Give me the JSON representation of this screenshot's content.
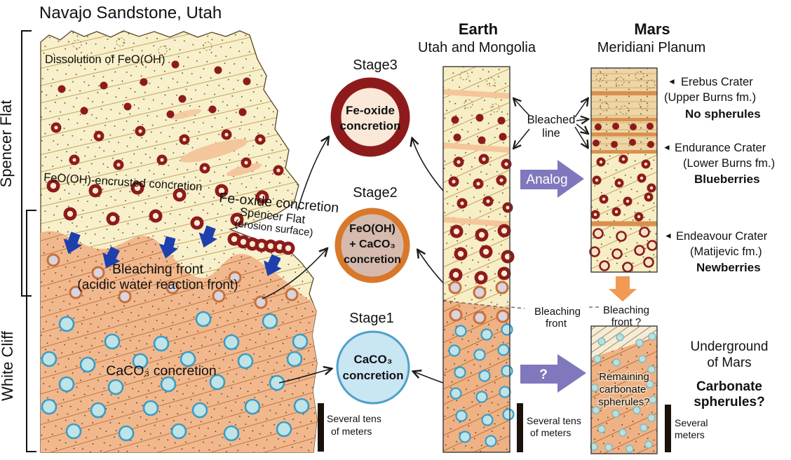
{
  "title": "Navajo Sandstone, Utah",
  "colors": {
    "fe_oxide_dark_red": "#8e1b1b",
    "stage3_fill": "#fae8d8",
    "stage2_ring": "#d8782b",
    "stage2_fill": "#d5baad",
    "stage1_ring": "#4fa0c8",
    "stage1_fill": "#c9e6f3",
    "sandstone_cream": "#f8f0ca",
    "sandstone_orange": "#f2b88d",
    "mars_tan": "#edd5a4",
    "band_orange": "#d9904f",
    "teal_concretion": "#bfe4e7",
    "blue_arrow": "#1e3fae",
    "purple_arrow": "#7f78bc",
    "orange_arrow": "#f09a55",
    "gray_text": "#8c8c8c",
    "red_text": "#a33120",
    "blue_text": "#4ba3d8"
  },
  "cliff": {
    "bracket_top": "Spencer Flat",
    "bracket_bottom": "White Cliff",
    "dissolution_label": "Dissolution of FeO(OH)",
    "encrusted_label": "FeO(OH)-encrusted concretion",
    "fe_oxide_label": "Fe-oxide concretion",
    "spencer_flat_label": "Spencer Flat",
    "erosion_surface_label": "(erosion surface)",
    "bleaching_front_line1": "Bleaching front",
    "bleaching_front_line2": "(acidic water reaction front)",
    "caco3_label": "CaCO₃ concretion",
    "scale_line1": "Several tens",
    "scale_line2": "of meters"
  },
  "stages": {
    "stage3_title": "Stage3",
    "stage3_line1": "Fe-oxide",
    "stage3_line2": "concretion",
    "stage2_title": "Stage2",
    "stage2_line1": "FeO(OH)",
    "stage2_line2": "+ CaCO₃",
    "stage2_line3": "concretion",
    "stage1_title": "Stage1",
    "stage1_line1": "CaCO₃",
    "stage1_line2": "concretion"
  },
  "earth": {
    "header": "Earth",
    "subheader": "Utah and Mongolia",
    "bleached_line1": "Bleached",
    "bleached_line2": "line",
    "bleaching_front_line1": "Bleaching",
    "bleaching_front_line2": "front",
    "analog_label": "Analog",
    "question_label": "?",
    "scale_line1": "Several tens",
    "scale_line2": "of meters"
  },
  "mars": {
    "header": "Mars",
    "subheader": "Meridiani Planum",
    "erebus_marker": "◄",
    "erebus_name": "Erebus Crater",
    "erebus_formation": "(Upper Burns fm.)",
    "erebus_spherules": "No spherules",
    "endurance_marker": "◄",
    "endurance_name": "Endurance Crater",
    "endurance_formation": "(Lower Burns fm.)",
    "endurance_spherules": "Blueberries",
    "endeavour_marker": "◄",
    "endeavour_name": "Endeavour Crater",
    "endeavour_formation": "(Matijevic fm.)",
    "endeavour_spherules": "Newberries",
    "bleaching_front_line1": "Bleaching",
    "bleaching_front_line2": "front ?",
    "remaining_line1": "Remaining",
    "remaining_line2": "carbonate",
    "remaining_line3": "spherules?",
    "underground_line1": "Underground",
    "underground_line2": "of Mars",
    "carbonate_line1": "Carbonate",
    "carbonate_line2": "spherules?",
    "scale_line1": "Several",
    "scale_line2": "meters"
  }
}
